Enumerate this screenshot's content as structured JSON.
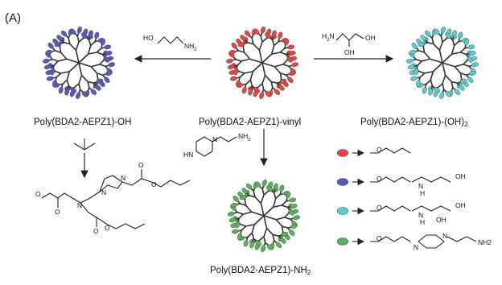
{
  "figure": {
    "panel_label": "(A)",
    "center_label": "Poly(BDA2-AEPZ1)-vinyl",
    "left_label": "Poly(BDA2-AEPZ1)-OH",
    "right_label_main": "Poly(BDA2-AEPZ1)-(OH)",
    "right_label_sub": "2",
    "bottom_label_main": "Poly(BDA2-AEPZ1)-NH",
    "bottom_label_sub": "2"
  },
  "reagents": {
    "left_ho": "HO",
    "left_nh2": "NH",
    "left_nh2_sub": "2",
    "right_h2n": "H",
    "right_h2n_sub": "2",
    "right_h2n_n": "N",
    "right_oh": "OH",
    "right_oh2": "OH",
    "down_nh2": "NH",
    "down_nh2_sub": "2",
    "down_hn": "HN",
    "down_n": "N"
  },
  "legend": {
    "o_symbol": "O",
    "n_symbol": "N",
    "h_symbol": "H",
    "oh": "OH",
    "nh": "NH",
    "nh_sub": "2"
  },
  "colors": {
    "vinyl": "#e04848",
    "oh": "#5a5ab4",
    "oh2": "#5fc8cc",
    "nh2": "#5fae5c",
    "branch": "#333333"
  }
}
